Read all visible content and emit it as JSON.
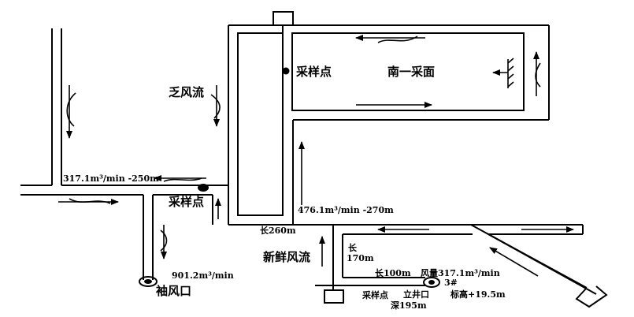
{
  "labels": {
    "sampling_point_top": "采样点",
    "face_name": "南一采面",
    "stale_air": "乏风流",
    "flow_left": "317.1m³/min  -250m",
    "sampling_point_mid": "采样点",
    "flow_right": "476.1m³/min  -270m",
    "length_260": "长260m",
    "fresh_air": "新鲜风流",
    "length_170_a": "长",
    "length_170_b": "170m",
    "flow_bottom": "901.2m³/min",
    "return_outlet": "袖风口",
    "length_100": "长100m",
    "air_volume": "风量317.1m³/min",
    "shaft_num": "3#",
    "shaft_mouth": "立井口",
    "elevation": "标高+19.5m",
    "sampling_point_bottom": "采样点",
    "depth": "深195m"
  }
}
